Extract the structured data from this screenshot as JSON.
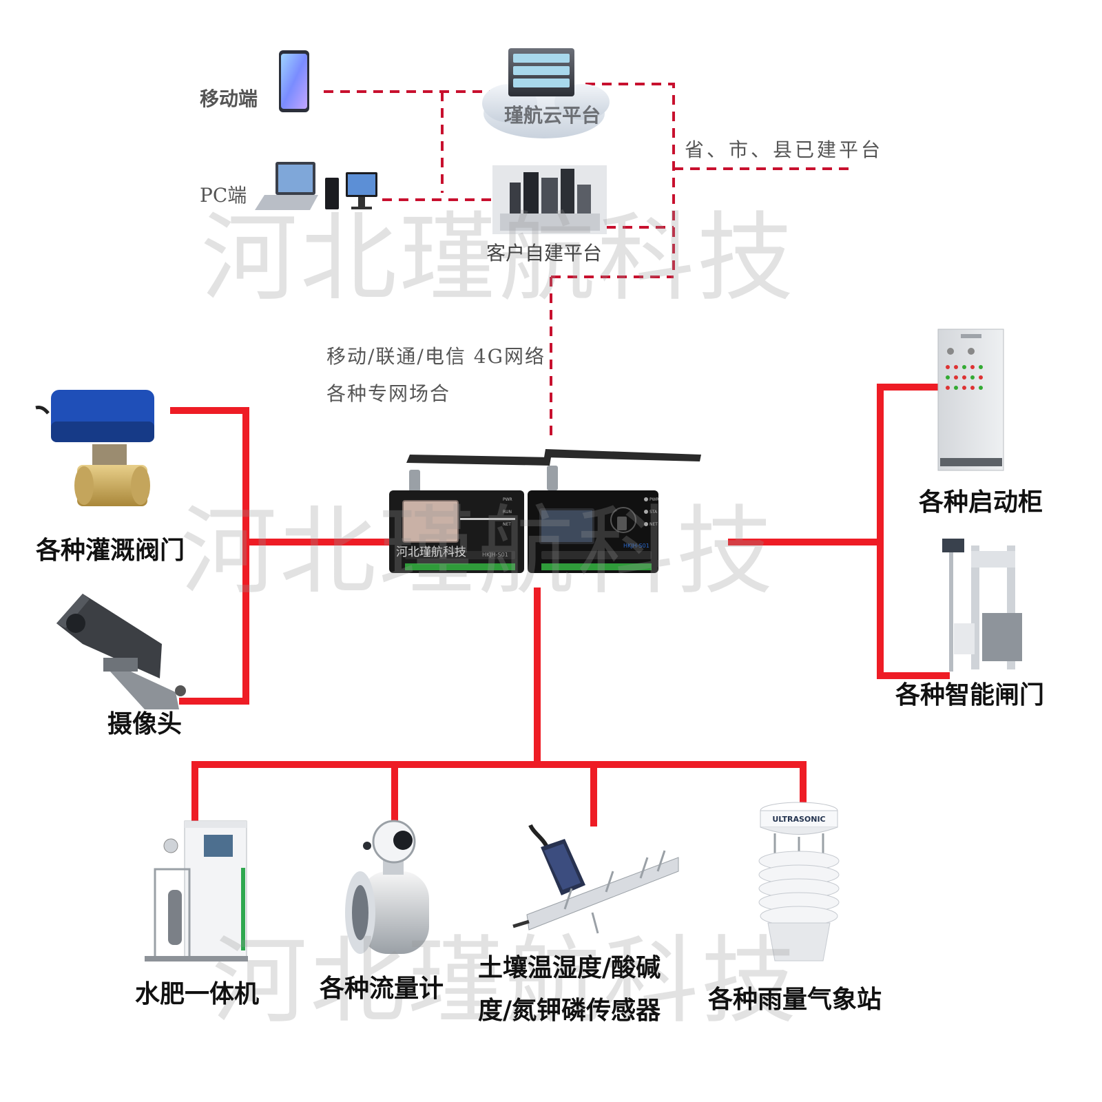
{
  "watermark": "河北瑾航科技",
  "top": {
    "mobile_label": "移动端",
    "pc_label": "PC端",
    "cloud_label": "瑾航云平台",
    "self_platform_label": "客户自建平台",
    "gov_platform_label": "省、市、县已建平台"
  },
  "network": {
    "line1": "移动/联通/电信 4G网络",
    "line2": "各种专网场合"
  },
  "controller": {
    "left_brand": "河北瑾航科技",
    "left_model": "HKJH-S01",
    "right_model": "HKJH-S01",
    "led_pwr": "PWR",
    "led_run": "RUN",
    "led_sta": "STA",
    "led_net": "NET"
  },
  "left_devices": {
    "valve_label": "各种灌溉阀门",
    "camera_label": "摄像头"
  },
  "right_devices": {
    "cabinet_label": "各种启动柜",
    "gate_label": "各种智能闸门"
  },
  "bottom_devices": {
    "fertigation_label": "水肥一体机",
    "flowmeter_label": "各种流量计",
    "soil_label_line1": "土壤温湿度/酸碱",
    "soil_label_line2": "度/氮钾磷传感器",
    "weather_label": "各种雨量气象站",
    "weather_brand": "ULTRASONIC"
  },
  "colors": {
    "solid_line": "#ee1c25",
    "dashed_line": "#c8102e",
    "device_blue": "#1f4fb8"
  }
}
